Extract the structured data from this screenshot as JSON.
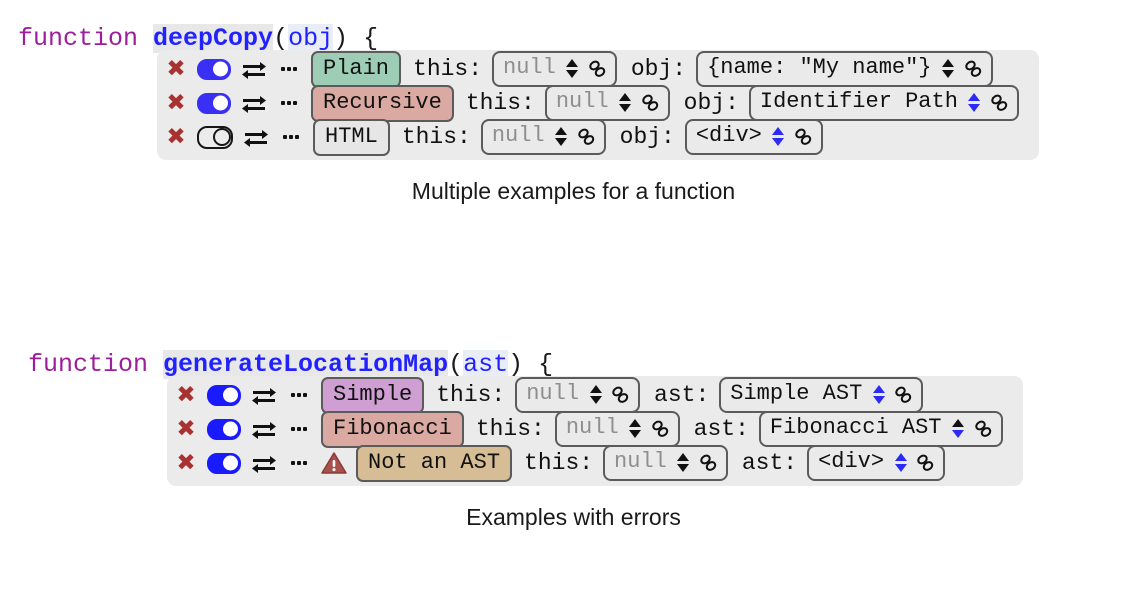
{
  "figures": [
    {
      "id": "deepcopy",
      "code": {
        "keyword": "function ",
        "name": "deepCopy",
        "open_paren": "(",
        "arg": "obj",
        "close_paren": ") {"
      },
      "rows": [
        {
          "close_icon": "✖",
          "toggle": "on",
          "toggle_icon": "toggle-on",
          "swap_icon": "swap-icon",
          "more_icon": "more-icon",
          "has_warning": false,
          "chip": "Plain",
          "chip_color": "green",
          "params": [
            {
              "label": "this:",
              "value": "null",
              "placeholder": true,
              "stepper": "black",
              "link_icon": "link-icon"
            },
            {
              "label": "obj:",
              "value": "{name: \"My name\"}",
              "placeholder": false,
              "stepper": "black",
              "link_icon": "link-icon"
            }
          ]
        },
        {
          "close_icon": "✖",
          "toggle": "on",
          "toggle_icon": "toggle-on",
          "swap_icon": "swap-icon",
          "more_icon": "more-icon",
          "has_warning": false,
          "chip": "Recursive",
          "chip_color": "rose",
          "params": [
            {
              "label": "this:",
              "value": "null",
              "placeholder": true,
              "stepper": "black",
              "link_icon": "link-icon"
            },
            {
              "label": "obj:",
              "value": "Identifier Path",
              "placeholder": false,
              "stepper": "blue",
              "link_icon": "link-icon"
            }
          ]
        },
        {
          "close_icon": "✖",
          "toggle": "off",
          "toggle_icon": "toggle-off",
          "swap_icon": "swap-icon",
          "more_icon": "more-icon",
          "has_warning": false,
          "chip": "HTML",
          "chip_color": "grey",
          "params": [
            {
              "label": "this:",
              "value": "null",
              "placeholder": true,
              "stepper": "black",
              "link_icon": "link-icon"
            },
            {
              "label": "obj:",
              "value": "<div>",
              "placeholder": false,
              "stepper": "blue",
              "link_icon": "link-icon"
            }
          ]
        }
      ],
      "caption": "Multiple examples for a function"
    },
    {
      "id": "generatelocationmap",
      "code": {
        "keyword": "function ",
        "name": "generateLocationMap",
        "open_paren": "(",
        "arg": "ast",
        "close_paren": ") {"
      },
      "rows": [
        {
          "close_icon": "✖",
          "toggle": "on2",
          "toggle_icon": "toggle-on",
          "swap_icon": "swap-icon",
          "more_icon": "more-icon",
          "has_warning": false,
          "chip": "Simple",
          "chip_color": "purple",
          "params": [
            {
              "label": "this:",
              "value": "null",
              "placeholder": true,
              "stepper": "black",
              "link_icon": "link-icon"
            },
            {
              "label": "ast:",
              "value": "Simple AST",
              "placeholder": false,
              "stepper": "blue",
              "link_icon": "link-icon"
            }
          ]
        },
        {
          "close_icon": "✖",
          "toggle": "on2",
          "toggle_icon": "toggle-on",
          "swap_icon": "swap-icon",
          "more_icon": "more-icon",
          "has_warning": false,
          "chip": "Fibonacci",
          "chip_color": "rose",
          "params": [
            {
              "label": "this:",
              "value": "null",
              "placeholder": true,
              "stepper": "black",
              "link_icon": "link-icon"
            },
            {
              "label": "ast:",
              "value": "Fibonacci AST",
              "placeholder": false,
              "stepper": "bluedn",
              "link_icon": "link-icon"
            }
          ]
        },
        {
          "close_icon": "✖",
          "toggle": "on2",
          "toggle_icon": "toggle-on",
          "swap_icon": "swap-icon",
          "more_icon": "more-icon",
          "has_warning": true,
          "warning_icon": "warning-triangle-icon",
          "chip": "Not an AST",
          "chip_color": "tan",
          "params": [
            {
              "label": "this:",
              "value": "null",
              "placeholder": true,
              "stepper": "black",
              "link_icon": "link-icon"
            },
            {
              "label": "ast:",
              "value": "<div>",
              "placeholder": false,
              "stepper": "blue",
              "link_icon": "link-icon"
            }
          ]
        }
      ],
      "caption": "Examples with errors"
    }
  ],
  "colors": {
    "keyword": "#9b1f9b",
    "identifier": "#2222ff",
    "panel_bg": "#ebebeb",
    "toggle_on": "#3a30f5",
    "close": "#a83232",
    "warning": "#a83b3b",
    "stepper_blue": "#2b2bf5"
  }
}
